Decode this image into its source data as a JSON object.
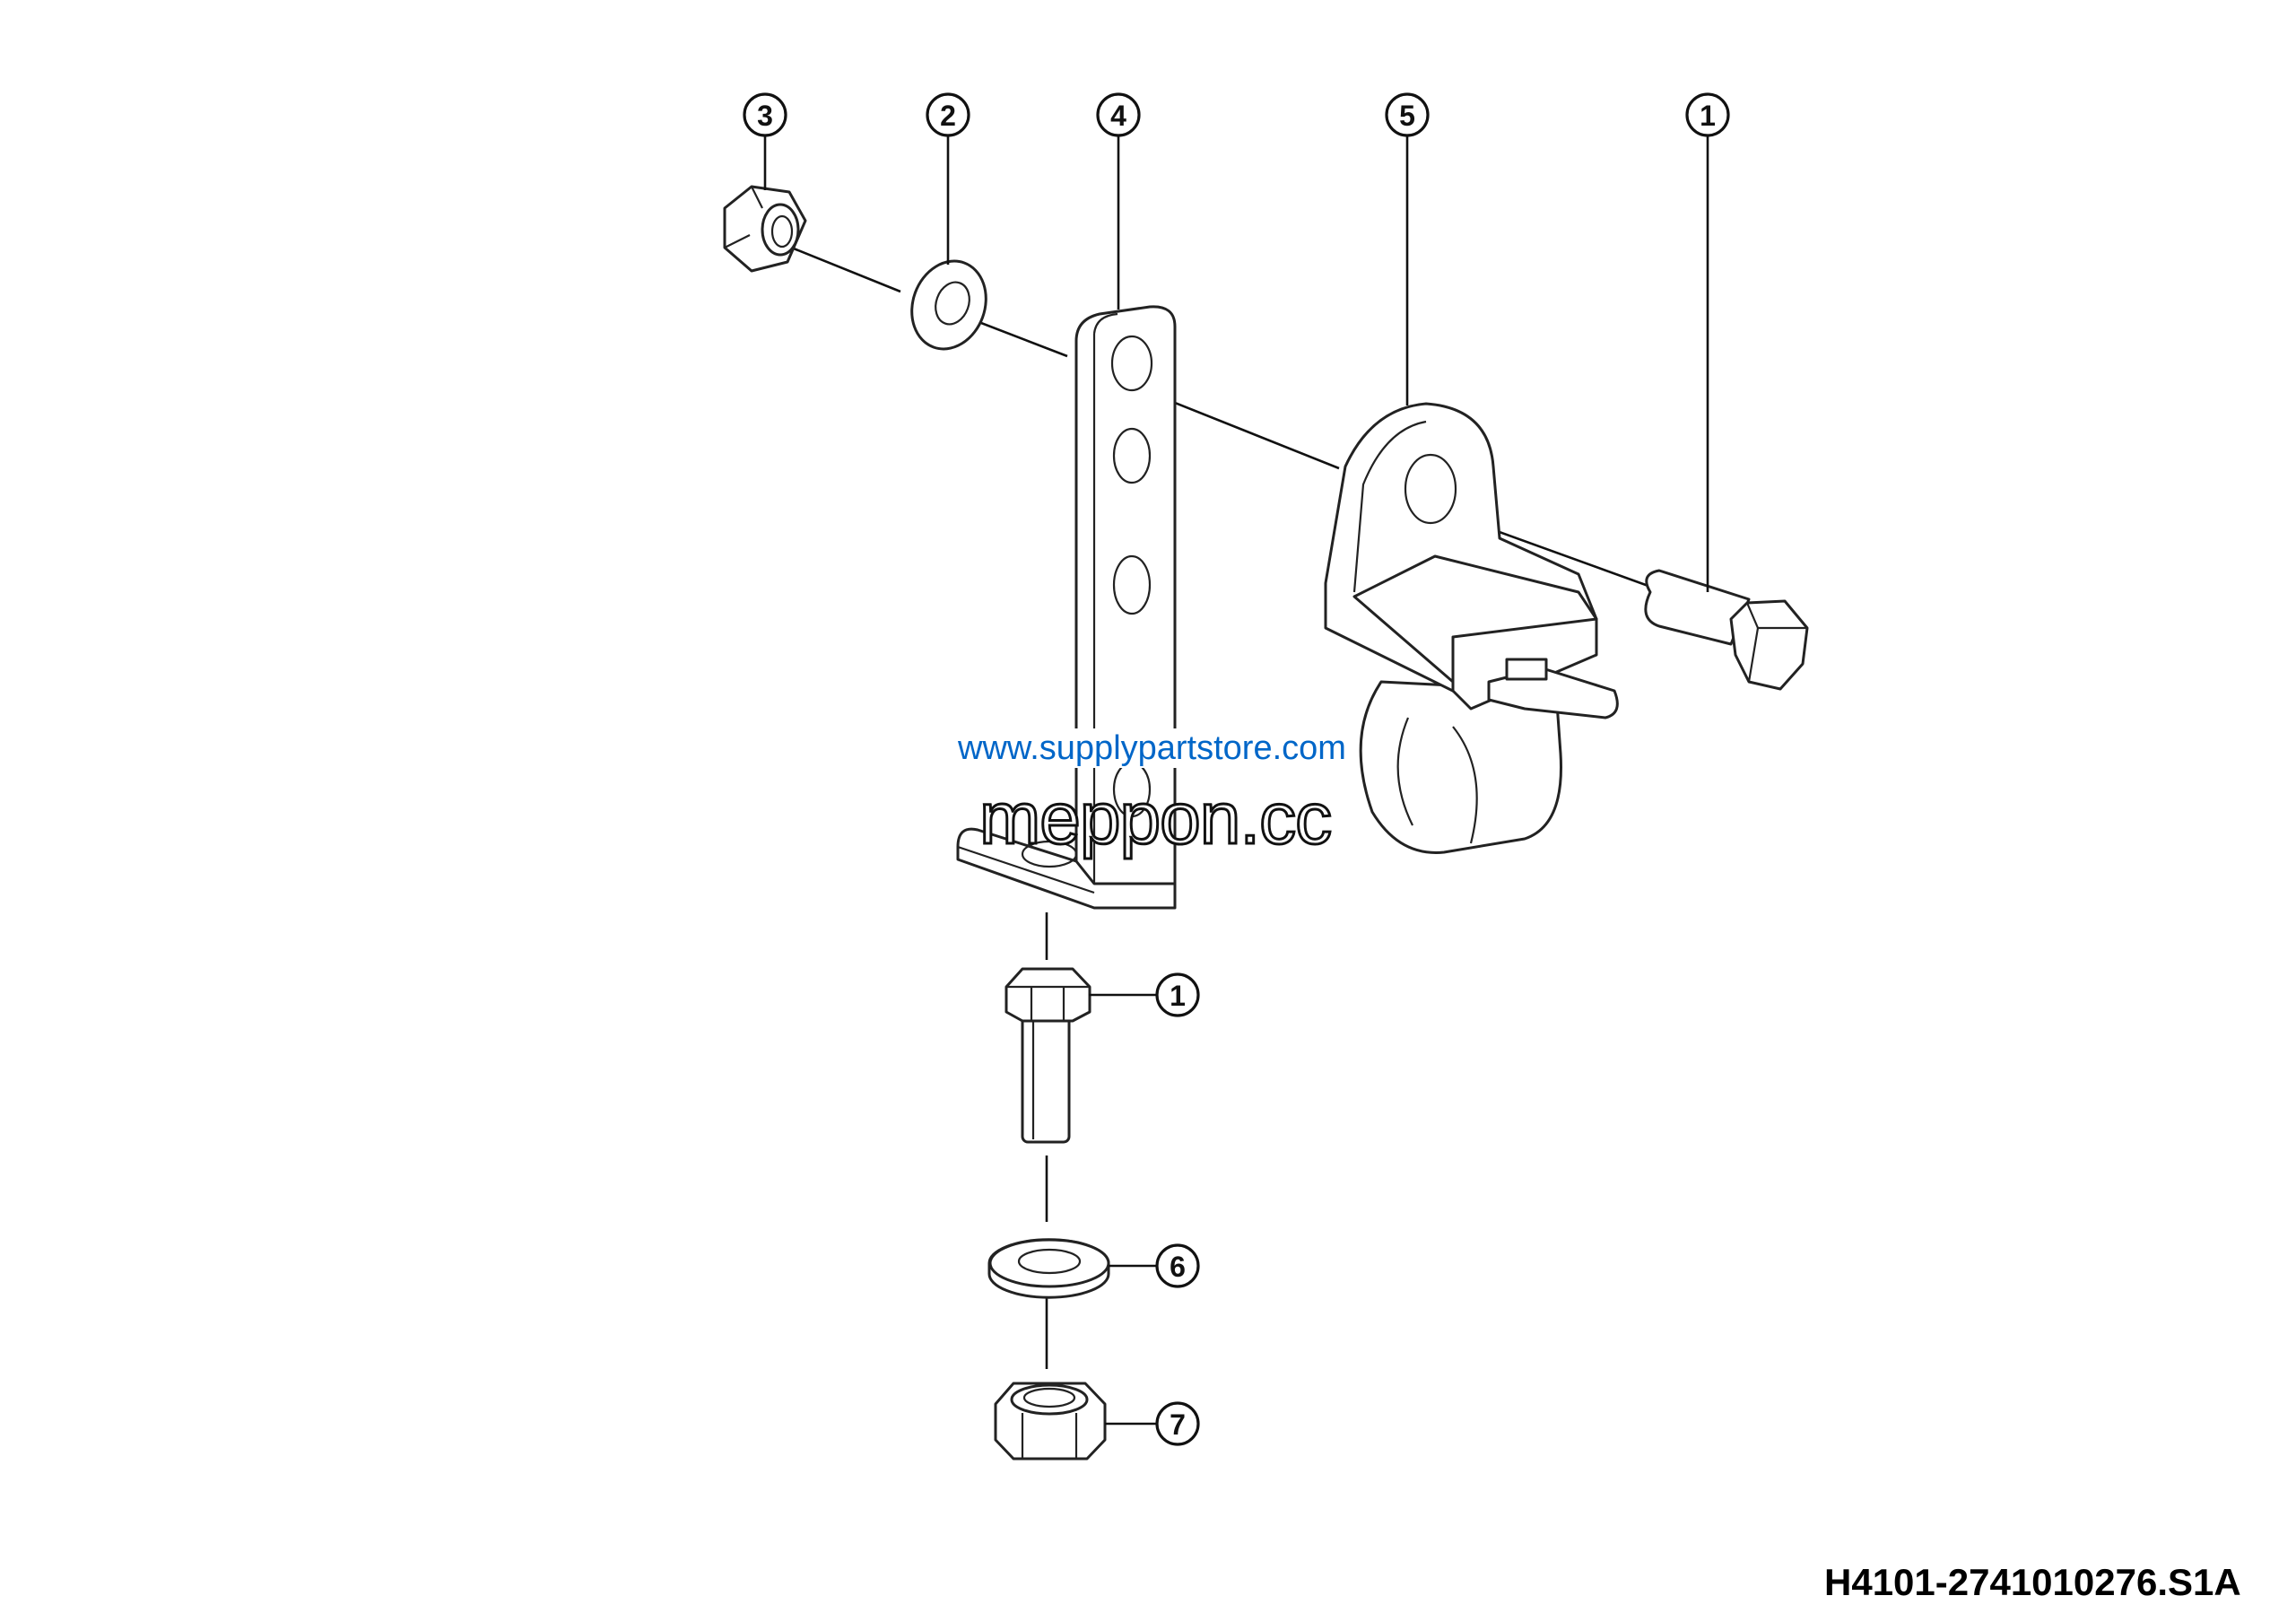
{
  "diagram": {
    "callouts": [
      {
        "label": "3",
        "part": "lock-nut"
      },
      {
        "label": "2",
        "part": "washer"
      },
      {
        "label": "4",
        "part": "bracket"
      },
      {
        "label": "5",
        "part": "clamp"
      },
      {
        "label": "1",
        "part": "hex-bolt"
      },
      {
        "label": "1",
        "part": "hex-bolt-lower"
      },
      {
        "label": "6",
        "part": "washer-lower"
      },
      {
        "label": "7",
        "part": "nut-lower"
      }
    ],
    "drawing_code": "H4101-2741010276.S1A"
  },
  "watermarks": {
    "primary": "meppon.cc",
    "secondary": "www.supplypartstore.com"
  }
}
